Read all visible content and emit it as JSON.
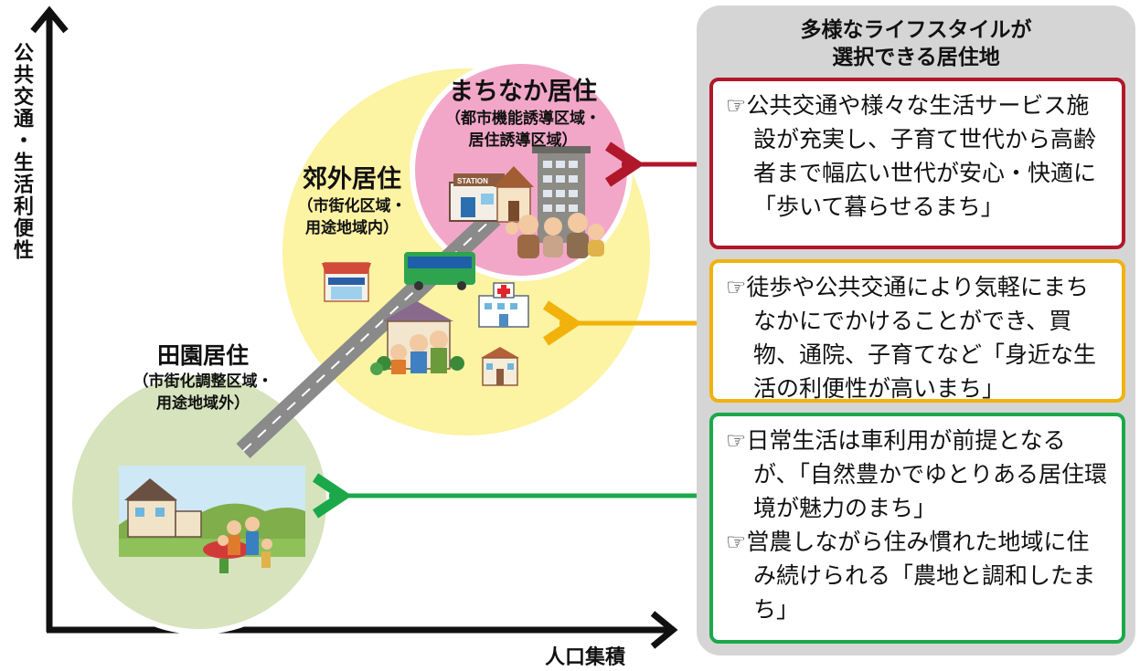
{
  "axes": {
    "y_label": "公共交通・生活利便性",
    "x_label": "人口集積"
  },
  "zones": {
    "rural": {
      "title": "田園居住",
      "sub1": "（市街化調整区域・",
      "sub2": "用途地域外）"
    },
    "suburban": {
      "title": "郊外居住",
      "sub1": "（市街化区域・",
      "sub2": "用途地域内）"
    },
    "central": {
      "title": "まちなか居住",
      "sub1": "（都市機能誘導区域・",
      "sub2": "居住誘導区域）"
    }
  },
  "panel": {
    "title_line1": "多様なライフスタイルが",
    "title_line2": "選択できる居住地"
  },
  "cards": {
    "red": {
      "text": "☞公共交通や様々な生活サービス施設が充実し、子育て世代から高齢者まで幅広い世代が安心・快適に「歩いて暮らせるまち」"
    },
    "yellow": {
      "text": "☞徒歩や公共交通により気軽にまちなかにでかけることができ、買物、通院、子育てなど「身近な生活の利便性が高いまち」"
    },
    "green": {
      "item1": "☞日常生活は車利用が前提となるが、「自然豊かでゆとりある居住環境が魅力のまち」",
      "item2": "☞営農しながら住み慣れた地域に住み続けられる「農地と調和したまち」"
    }
  },
  "illustrations": {
    "station_sign": "STATION"
  },
  "colors": {
    "central_fill": "#f2a7c8",
    "suburban_fill": "#fcf3a3",
    "rural_fill": "#d6e3bd",
    "red": "#b1172a",
    "yellow": "#f1b20c",
    "green": "#1ba84a",
    "panel": "#d5d5d5"
  }
}
